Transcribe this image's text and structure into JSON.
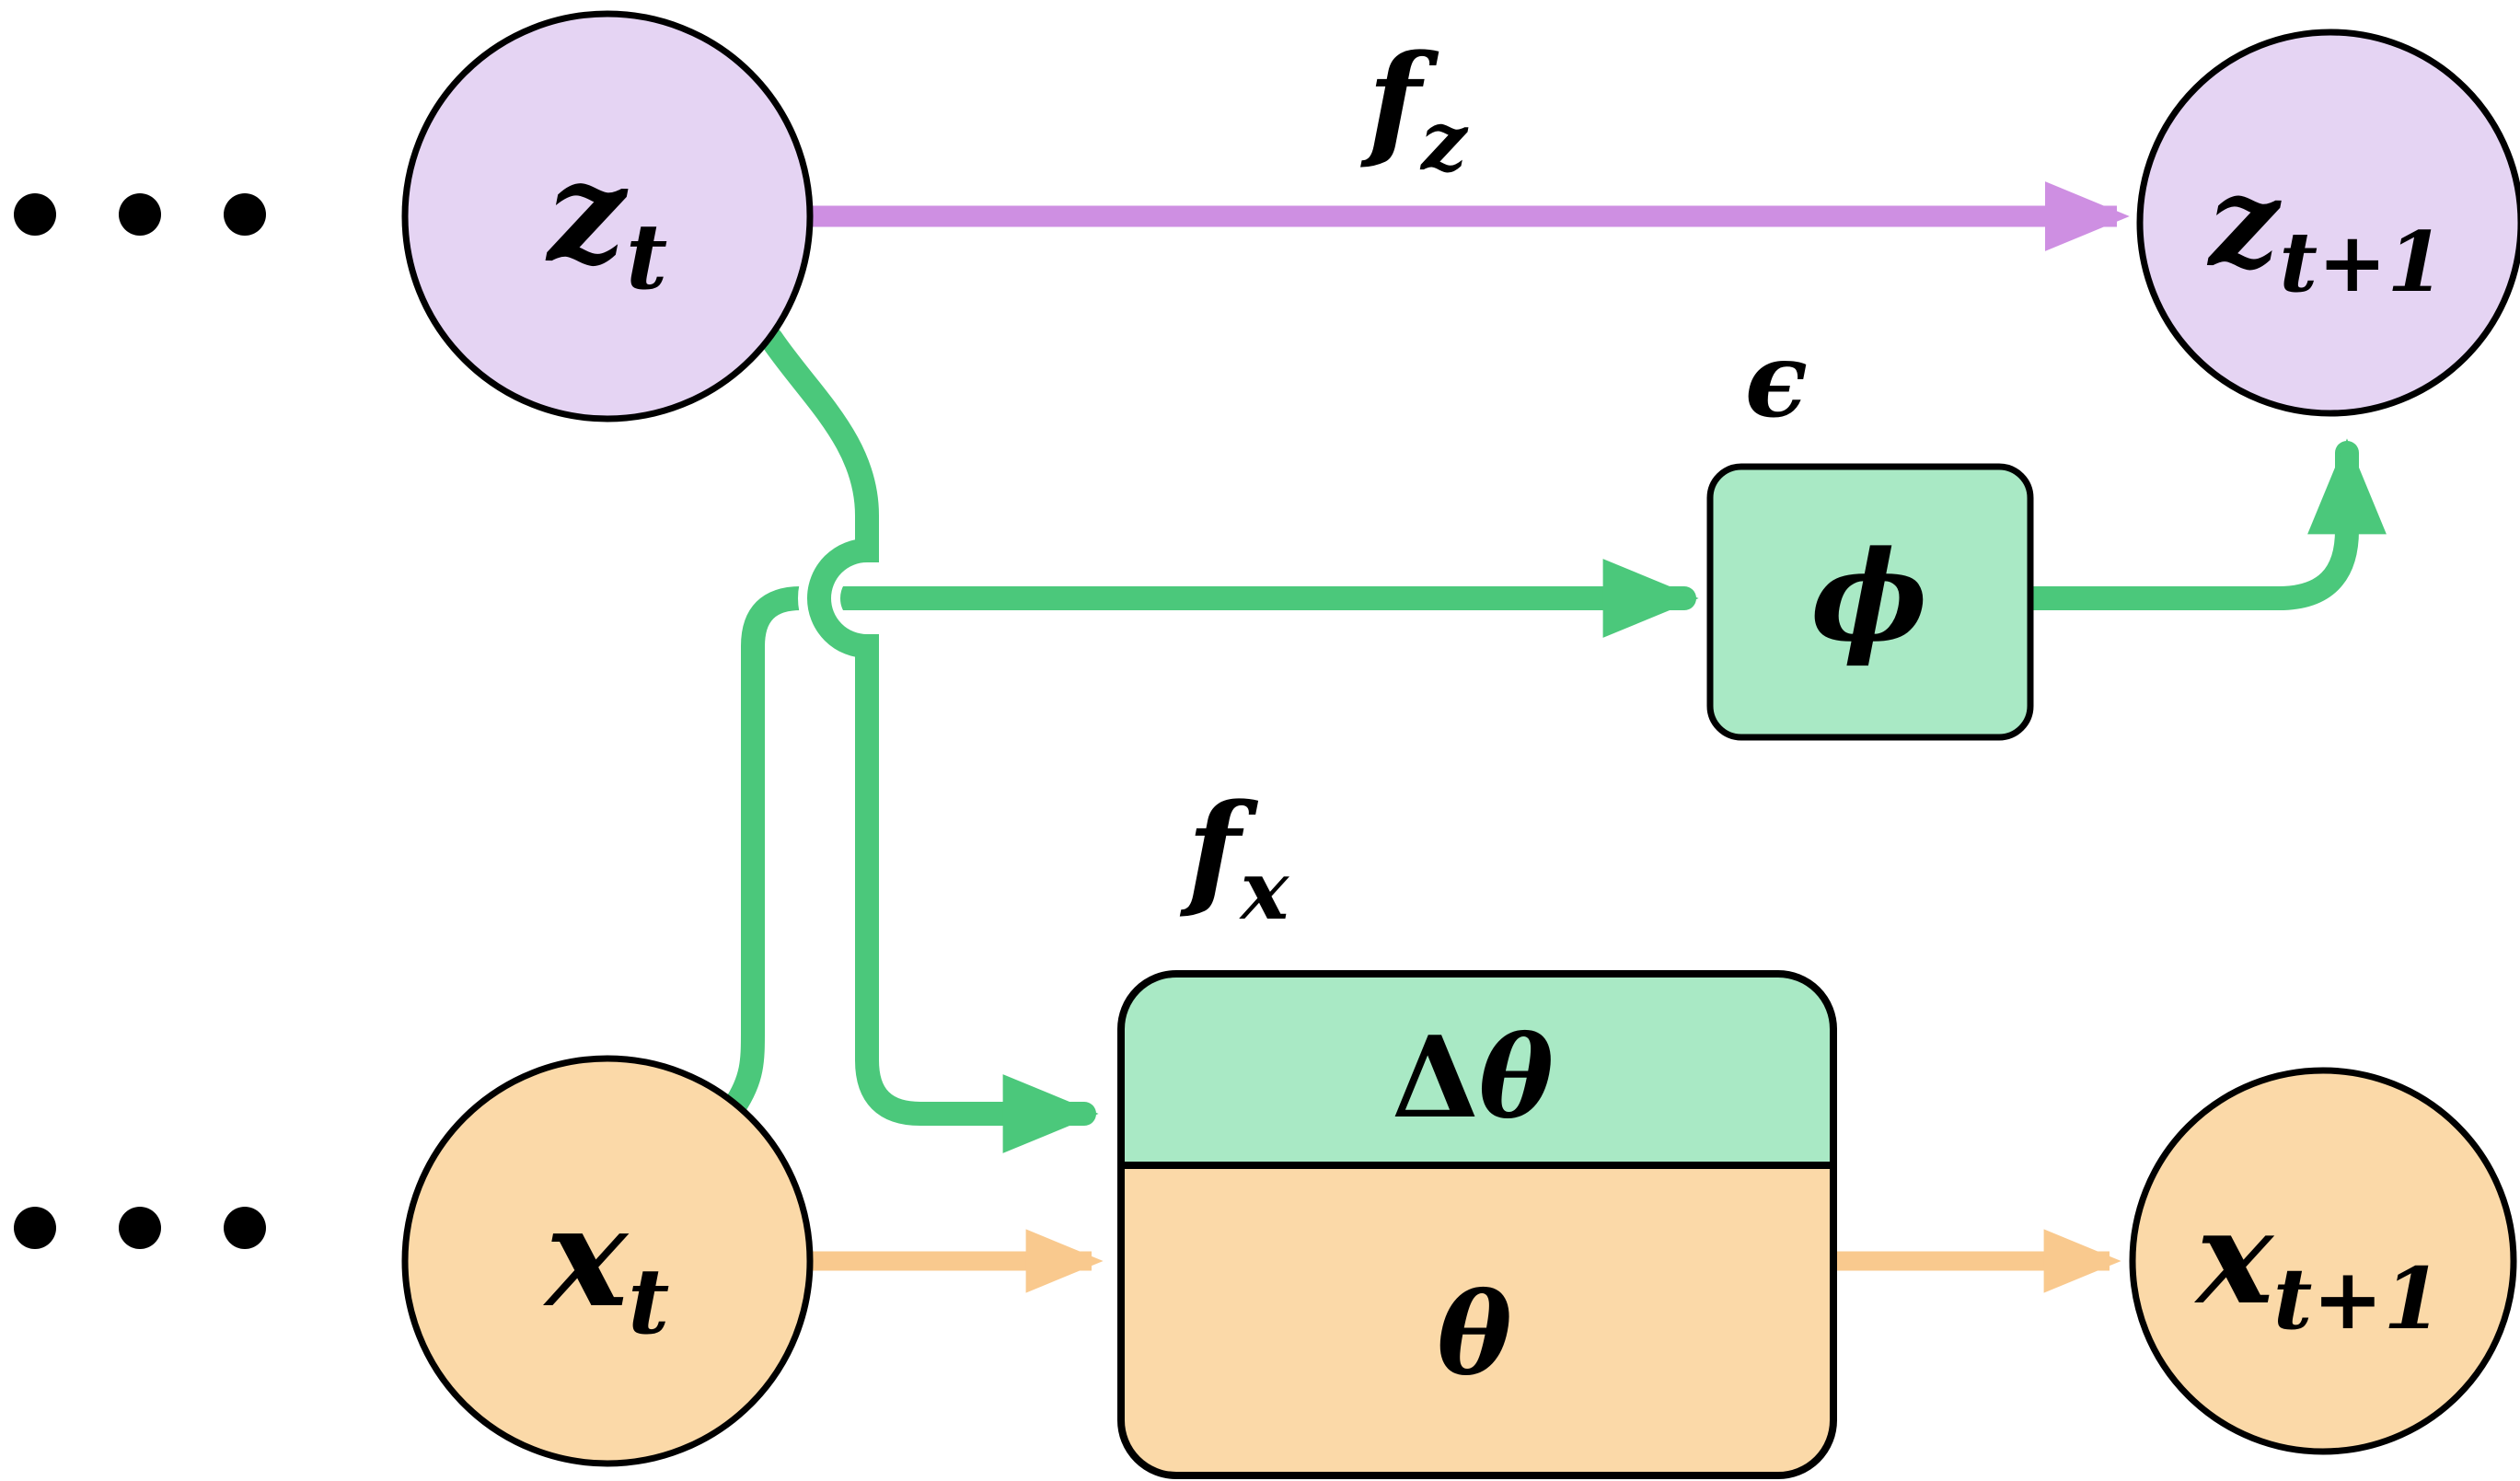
{
  "figure": {
    "title": "latent-dynamics-graphical-model",
    "colors": {
      "latent_fill": "#E5D4F3",
      "observed_fill": "#FBD9A8",
      "green_fill": "#A9E9C5",
      "green_line": "#4BC87B",
      "purple_line": "#CE8FE2",
      "orange_line": "#F9C98E",
      "outline": "#000000",
      "background": "#FFFFFF"
    },
    "nodes": {
      "z_t": {
        "base": "z",
        "sub": "t"
      },
      "z_t1": {
        "base": "z",
        "sub": "t+1"
      },
      "x_t": {
        "base": "x",
        "sub": "t"
      },
      "x_t1": {
        "base": "x",
        "sub": "t+1"
      }
    },
    "edge_labels": {
      "f_z": {
        "base": "f",
        "sub": "z"
      },
      "f_x": {
        "base": "f",
        "sub": "x"
      }
    },
    "box_labels": {
      "epsilon": "ϵ",
      "phi": "ϕ",
      "delta": "Δ",
      "theta_top": "θ",
      "theta_bottom": "θ"
    },
    "icons": {
      "ellipsis_top": "continuation-dots",
      "ellipsis_bottom": "continuation-dots"
    }
  }
}
